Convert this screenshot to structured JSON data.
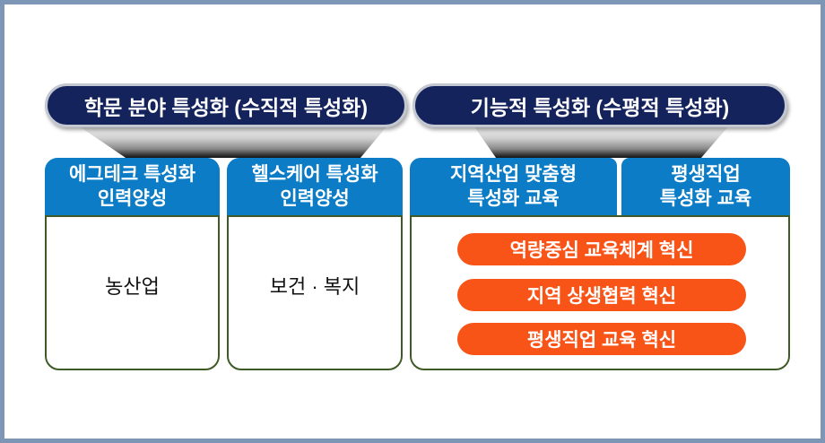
{
  "colors": {
    "frame_border": "#7E96B6",
    "header_pill_bg": "#14235C",
    "header_pill_ring": "#C3C7CF",
    "category_blue": "#0B7CC5",
    "card_border_green": "#3E5B27",
    "innovation_orange": "#F95418",
    "funnel_shadow_dark": "#141414",
    "text_white": "#FFFFFF",
    "text_black": "#111111"
  },
  "left_group": {
    "header": "학문 분야 특성화 (수직적 특성화)",
    "columns": [
      {
        "title_line1": "에그테크 특성화",
        "title_line2": "인력양성",
        "body": "농산업"
      },
      {
        "title_line1": "헬스케어 특성화",
        "title_line2": "인력양성",
        "body": "보건 · 복지"
      }
    ]
  },
  "right_group": {
    "header": "기능적 특성화 (수평적 특성화)",
    "columns": [
      {
        "title_line1": "지역산업 맞춤형",
        "title_line2": "특성화 교육"
      },
      {
        "title_line1": "평생직업",
        "title_line2": "특성화 교육"
      }
    ],
    "innovation_pills": [
      "역량중심 교육체계 혁신",
      "지역 상생협력 혁신",
      "평생직업 교육 혁신"
    ]
  }
}
